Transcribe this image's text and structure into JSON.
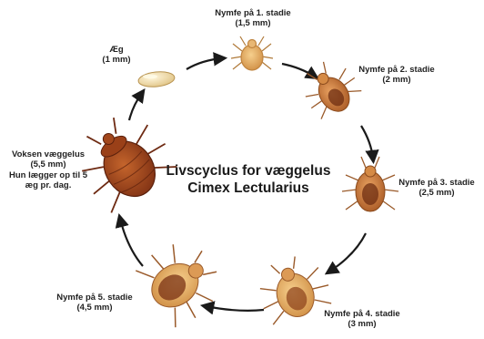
{
  "title": {
    "line1": "Livscyclus for væggelus",
    "line2": "Cimex Lectularius"
  },
  "stages": {
    "egg": {
      "name": "Æg",
      "size": "(1 mm)"
    },
    "nymph1": {
      "name": "Nymfe på 1. stadie",
      "size": "(1,5 mm)"
    },
    "nymph2": {
      "name": "Nymfe på 2. stadie",
      "size": "(2 mm)"
    },
    "nymph3": {
      "name": "Nymfe på 3. stadie",
      "size": "(2,5 mm)"
    },
    "nymph4": {
      "name": "Nymfe på 4. stadie",
      "size": "(3 mm)"
    },
    "nymph5": {
      "name": "Nymfe på 5. stadie",
      "size": "(4,5 mm)"
    },
    "adult": {
      "name": "Voksen væggelus",
      "size": "(5,5 mm)",
      "note1": "Hun lægger op til 5",
      "note2": "æg pr. dag."
    }
  },
  "colors": {
    "arrow": "#1a1a1a",
    "egg": "#f3e3b8",
    "nymph_light": "#e9b46c",
    "nymph_dark": "#b5612a",
    "adult_body": "#a0451f",
    "adult_dark": "#6e2a12"
  }
}
